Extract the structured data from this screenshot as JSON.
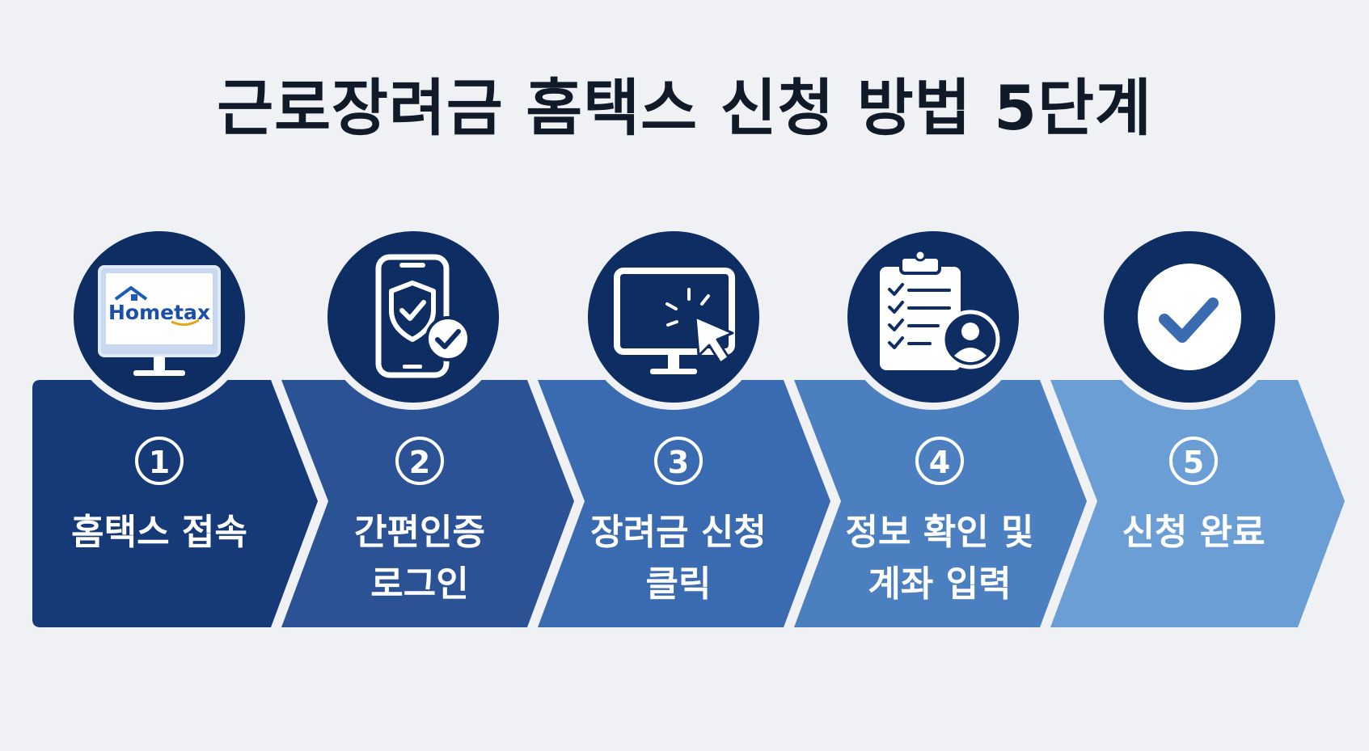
{
  "title": "근로장려금 홈택스 신청 방법 5단계",
  "colors": {
    "background": "#f0f1f4",
    "title": "#111a28",
    "circle": "#0d2d63",
    "chevrons": [
      "#163a78",
      "#2b5294",
      "#3a6bb0",
      "#4b7fc0",
      "#6b9ed4"
    ]
  },
  "steps": [
    {
      "number": "①",
      "label_lines": [
        "홈택스 접속"
      ],
      "icon": "monitor-hometax-icon",
      "logo_text": "Hometax"
    },
    {
      "number": "②",
      "label_lines": [
        "간편인증",
        "로그인"
      ],
      "icon": "phone-shield-check-icon"
    },
    {
      "number": "③",
      "label_lines": [
        "장려금 신청",
        "클릭"
      ],
      "icon": "monitor-cursor-click-icon"
    },
    {
      "number": "④",
      "label_lines": [
        "정보 확인 및",
        "계좌 입력"
      ],
      "icon": "clipboard-checklist-user-icon"
    },
    {
      "number": "⑤",
      "label_lines": [
        "신청 완료"
      ],
      "icon": "check-circle-icon"
    }
  ]
}
